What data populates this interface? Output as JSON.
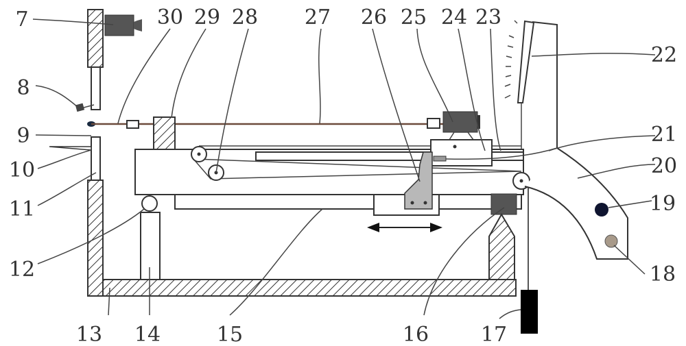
{
  "figure": {
    "labels": {
      "l7": "7",
      "l8": "8",
      "l9": "9",
      "l10": "10",
      "l11": "11",
      "l12": "12",
      "l13": "13",
      "l14": "14",
      "l15": "15",
      "l16": "16",
      "l17": "17",
      "l18": "18",
      "l19": "19",
      "l20": "20",
      "l21": "21",
      "l22": "22",
      "l23": "23",
      "l24": "24",
      "l25": "25",
      "l26": "26",
      "l27": "27",
      "l28": "28",
      "l29": "29",
      "l30": "30"
    },
    "colors": {
      "line": "#333333",
      "motor": "#555555",
      "clamp": "#b8b8b8",
      "rod": "#6b4a3a"
    }
  }
}
